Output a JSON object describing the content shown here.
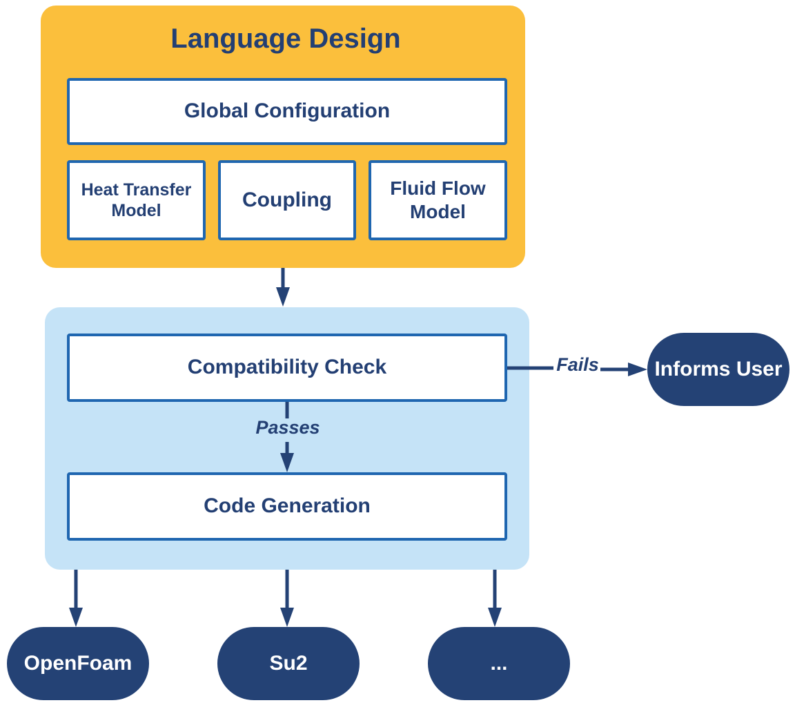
{
  "diagram": {
    "language_design": {
      "title": "Language Design",
      "global_configuration": "Global Configuration",
      "heat_transfer_model": "Heat Transfer Model",
      "coupling": "Coupling",
      "fluid_flow_model": "Fluid Flow Model"
    },
    "processing": {
      "compatibility_check": "Compatibility Check",
      "passes_label": "Passes",
      "code_generation": "Code Generation"
    },
    "fails_label": "Fails",
    "informs_user": "Informs User",
    "targets": [
      "OpenFoam",
      "Su2",
      "..."
    ],
    "colors": {
      "yellow_group": "#FBBF3C",
      "blue_group": "#C5E3F7",
      "box_border": "#1F66B0",
      "navy": "#244275"
    }
  }
}
